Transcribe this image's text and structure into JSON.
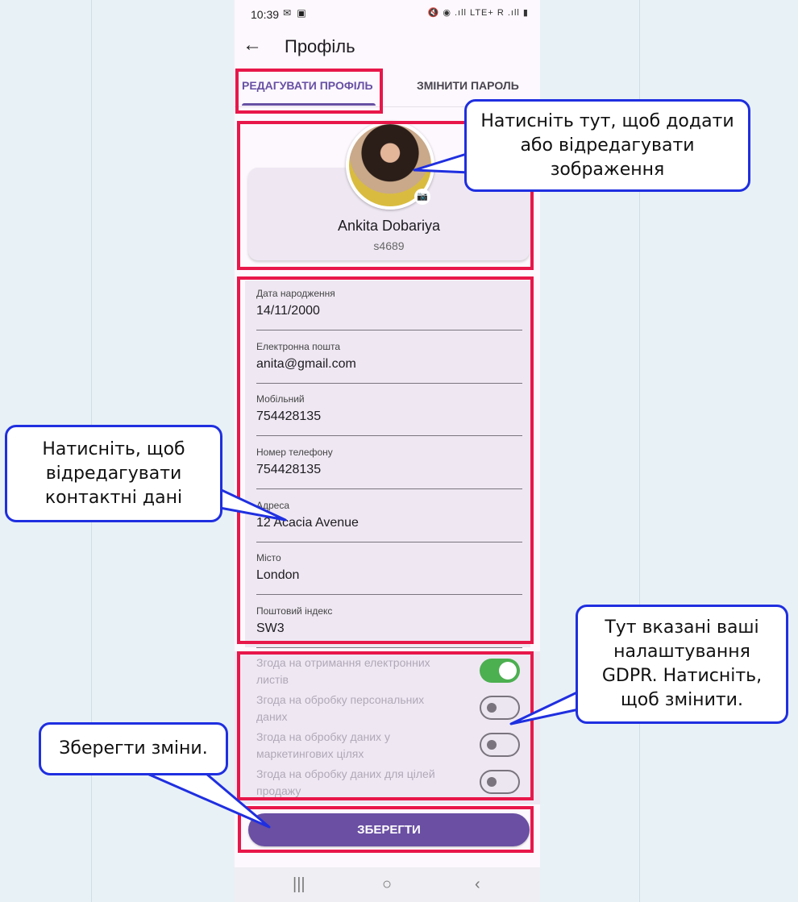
{
  "status_bar": {
    "time": "10:39",
    "left_icons": "✉ ▣",
    "right_icons": "🔇 ◉ .ıll LTE+ R .ıll ▮"
  },
  "header": {
    "back_icon": "←",
    "title": "Профіль"
  },
  "tabs": [
    {
      "label": "РЕДАГУВАТИ ПРОФІЛЬ",
      "active": true
    },
    {
      "label": "ЗМІНИТИ ПАРОЛЬ",
      "active": false
    }
  ],
  "profile": {
    "name": "Ankita Dobariya",
    "id": "s4689",
    "camera_icon": "📷"
  },
  "fields": [
    {
      "label": "Дата народження",
      "value": "14/11/2000"
    },
    {
      "label": "Електронна пошта",
      "value": "anita@gmail.com"
    },
    {
      "label": "Мобільний",
      "value": "754428135"
    },
    {
      "label": "Номер телефону",
      "value": "754428135"
    },
    {
      "label": "Адреса",
      "value": "12 Acacia Avenue"
    },
    {
      "label": "Місто",
      "value": "London"
    },
    {
      "label": "Поштовий індекс",
      "value": "SW3"
    }
  ],
  "gdpr": [
    {
      "label": "Згода на отримання електронних листів",
      "on": true
    },
    {
      "label": "Згода на обробку персональних даних",
      "on": false
    },
    {
      "label": "Згода на обробку даних у маркетингових цілях",
      "on": false
    },
    {
      "label": "Згода на обробку даних для цілей продажу",
      "on": false
    }
  ],
  "save_label": "ЗБЕРЕГТИ",
  "nav": {
    "recent_icon": "|||",
    "home_icon": "○",
    "back_icon": "‹"
  },
  "callouts": {
    "image": "Натисніть тут, щоб додати або відредагувати зображення",
    "contacts": "Натисніть, щоб відредагувати контактні дані",
    "gdpr": "Тут вказані ваші налаштування GDPR. Натисніть, щоб змінити.",
    "save": "Зберегти зміни."
  },
  "colors": {
    "primary": "#6750a4",
    "save_button": "#6a4fa3",
    "highlight": "#e8174a",
    "callout_border": "#1f2fe0",
    "toggle_on": "#4caf50"
  }
}
